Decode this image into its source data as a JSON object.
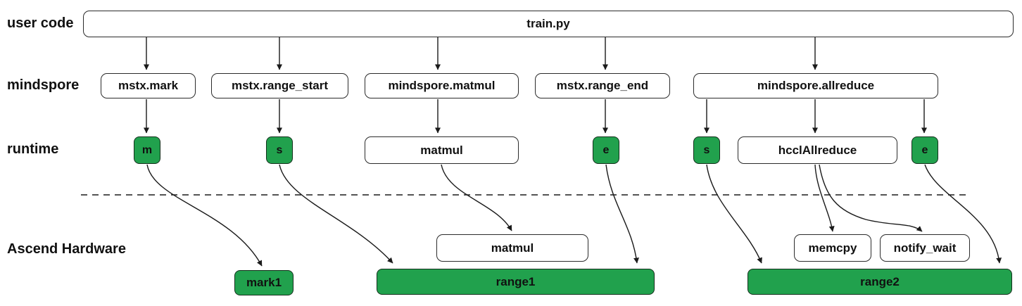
{
  "layers": {
    "user_code_label": "user code",
    "mindspore_label": "mindspore",
    "runtime_label": "runtime",
    "hardware_label": "Ascend Hardware"
  },
  "user_code": {
    "train_file": "train.py"
  },
  "mindspore": {
    "boxes": [
      "mstx.mark",
      "mstx.range_start",
      "mindspore.matmul",
      "mstx.range_end",
      "mindspore.allreduce"
    ]
  },
  "runtime": {
    "mark_marker": "m",
    "range_start_marker": "s",
    "matmul_task": "matmul",
    "range_end_marker": "e",
    "allreduce_start_marker": "s",
    "hccl_task": "hcclAllreduce",
    "allreduce_end_marker": "e"
  },
  "hardware": {
    "matmul_kernel": "matmul",
    "memcpy_kernel": "memcpy",
    "notify_wait_kernel": "notify_wait",
    "mark1_event": "mark1",
    "range1_span": "range1",
    "range2_span": "range2"
  },
  "colors": {
    "marker_green": "#21a14d",
    "box_border": "#2b2b2b",
    "arrow": "#1a1a1a"
  }
}
